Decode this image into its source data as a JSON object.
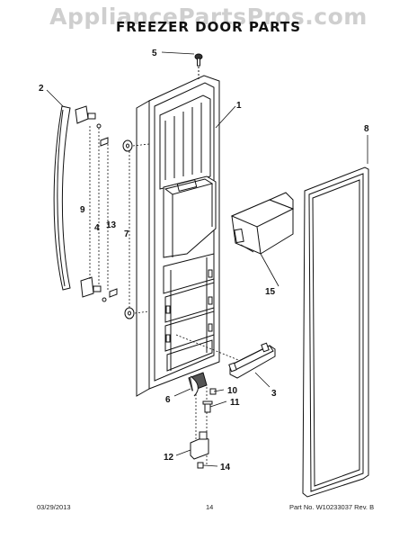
{
  "watermark": "AppliancePartsPros.com",
  "title": "FREEZER DOOR PARTS",
  "callouts": [
    "1",
    "2",
    "3",
    "4",
    "5",
    "6",
    "7",
    "8",
    "9",
    "10",
    "11",
    "12",
    "13",
    "14",
    "15"
  ],
  "footer": {
    "date": "03/29/2013",
    "page": "14",
    "part_number": "Part No. W10233037  Rev. B"
  }
}
